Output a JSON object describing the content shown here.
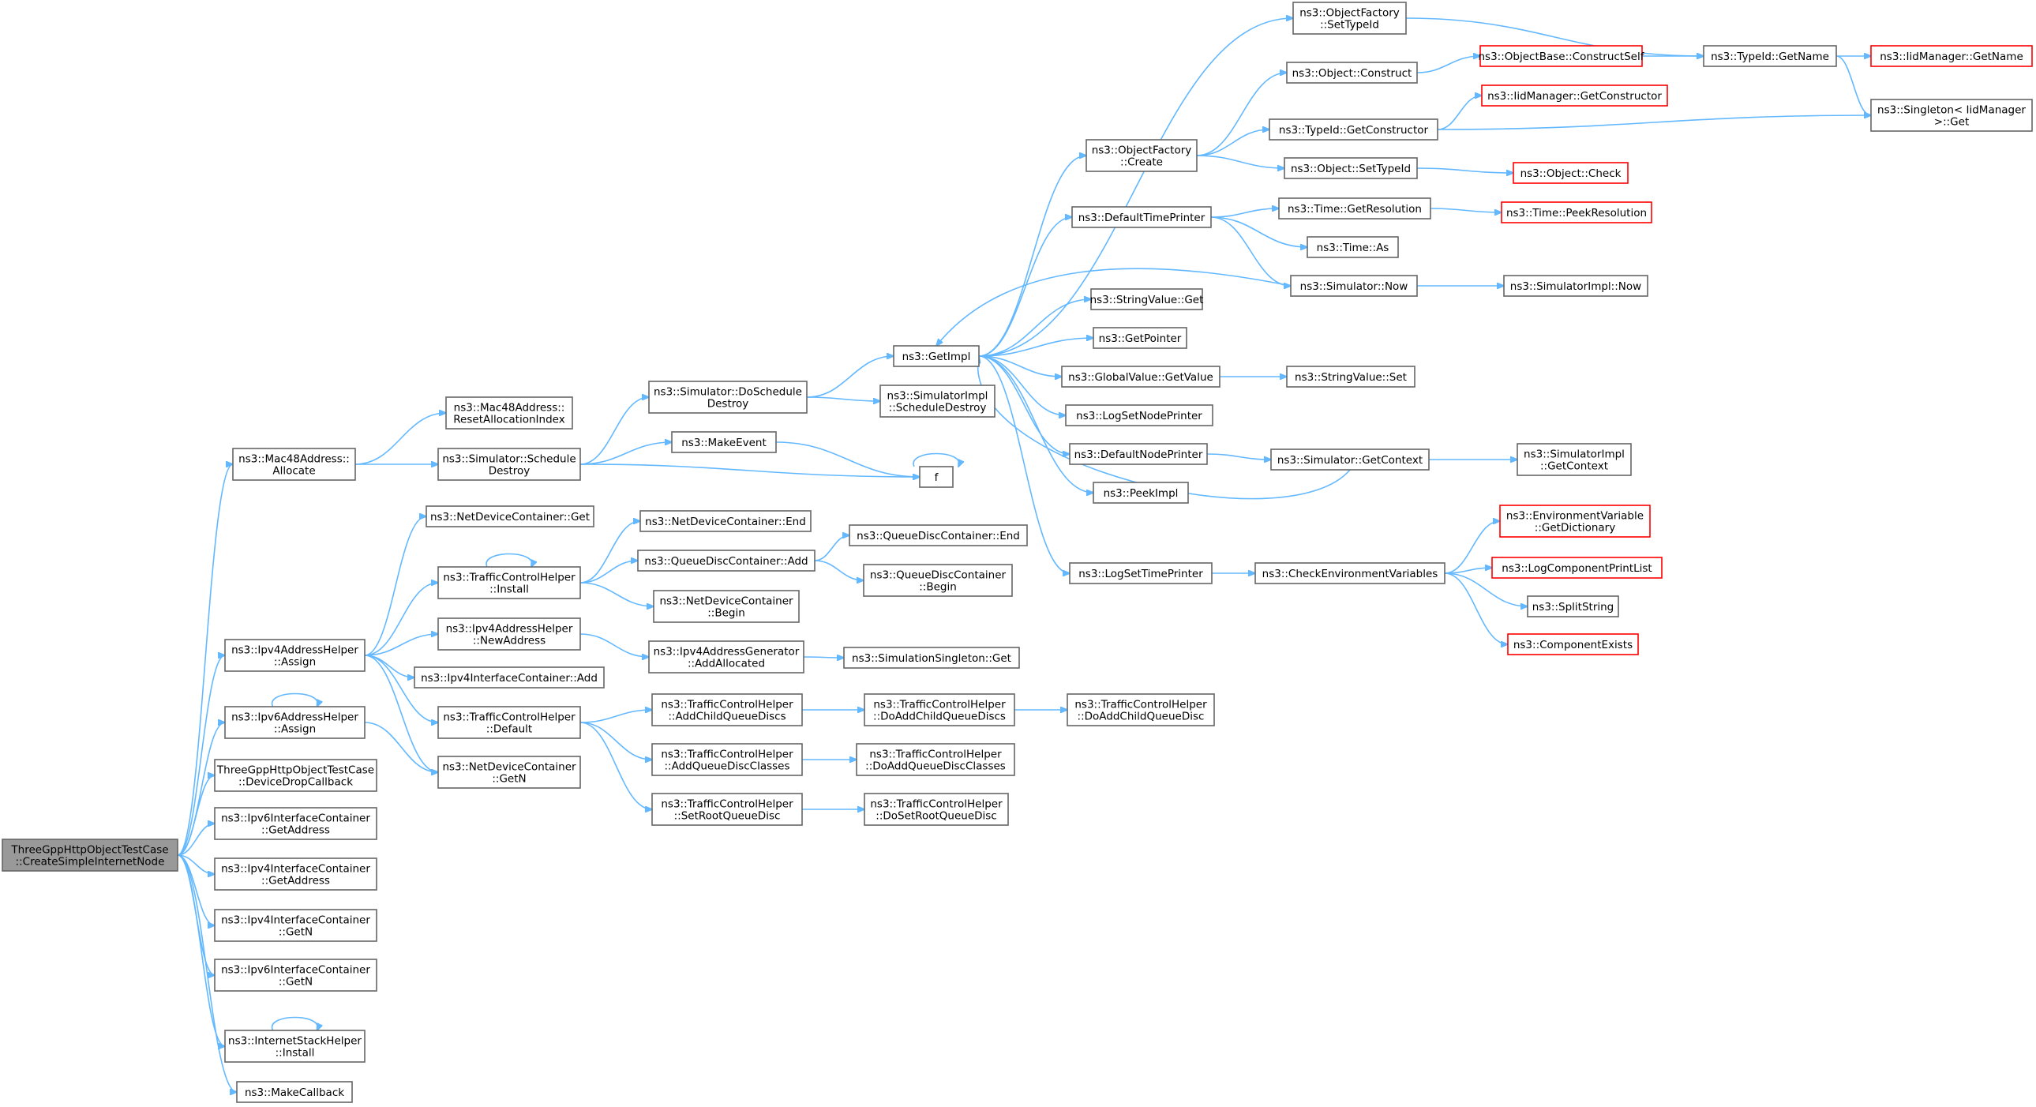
{
  "colors": {
    "edge": "#63b8ff",
    "node_border": "#666666",
    "truncated_border": "#ff0000",
    "root_fill": "#999999",
    "node_fill": "#ffffff"
  },
  "nodes": [
    {
      "id": "root",
      "lines": [
        "ThreeGppHttpObjectTestCase",
        "::CreateSimpleInternetNode"
      ],
      "kind": "root"
    },
    {
      "id": "mac_alloc",
      "lines": [
        "ns3::Mac48Address::",
        "Allocate"
      ]
    },
    {
      "id": "ipv4h_assign",
      "lines": [
        "ns3::Ipv4AddressHelper",
        "::Assign"
      ]
    },
    {
      "id": "ipv6h_assign",
      "lines": [
        "ns3::Ipv6AddressHelper",
        "::Assign"
      ]
    },
    {
      "id": "devdrop",
      "lines": [
        "ThreeGppHttpObjectTestCase",
        "::DeviceDropCallback"
      ]
    },
    {
      "id": "ipv6ic_getaddr",
      "lines": [
        "ns3::Ipv6InterfaceContainer",
        "::GetAddress"
      ]
    },
    {
      "id": "ipv4ic_getaddr",
      "lines": [
        "ns3::Ipv4InterfaceContainer",
        "::GetAddress"
      ]
    },
    {
      "id": "ipv4ic_getn",
      "lines": [
        "ns3::Ipv4InterfaceContainer",
        "::GetN"
      ]
    },
    {
      "id": "ipv6ic_getn",
      "lines": [
        "ns3::Ipv6InterfaceContainer",
        "::GetN"
      ]
    },
    {
      "id": "ish_install",
      "lines": [
        "ns3::InternetStackHelper",
        "::Install"
      ]
    },
    {
      "id": "makecallback",
      "lines": [
        "ns3::MakeCallback"
      ]
    },
    {
      "id": "mac_reset",
      "lines": [
        "ns3::Mac48Address::",
        "ResetAllocationIndex"
      ]
    },
    {
      "id": "sim_schedule_destroy",
      "lines": [
        "ns3::Simulator::Schedule",
        "Destroy"
      ]
    },
    {
      "id": "ndc_get",
      "lines": [
        "ns3::NetDeviceContainer::Get"
      ]
    },
    {
      "id": "tch_install",
      "lines": [
        "ns3::TrafficControlHelper",
        "::Install"
      ]
    },
    {
      "id": "ipv4h_newaddr",
      "lines": [
        "ns3::Ipv4AddressHelper",
        "::NewAddress"
      ]
    },
    {
      "id": "ipv4ic_add",
      "lines": [
        "ns3::Ipv4InterfaceContainer::Add"
      ]
    },
    {
      "id": "tch_default",
      "lines": [
        "ns3::TrafficControlHelper",
        "::Default"
      ]
    },
    {
      "id": "ndc_getn",
      "lines": [
        "ns3::NetDeviceContainer",
        "::GetN"
      ]
    },
    {
      "id": "sim_do_schedule_destroy",
      "lines": [
        "ns3::Simulator::DoSchedule",
        "Destroy"
      ]
    },
    {
      "id": "makeevent",
      "lines": [
        "ns3::MakeEvent"
      ]
    },
    {
      "id": "ndc_end",
      "lines": [
        "ns3::NetDeviceContainer::End"
      ]
    },
    {
      "id": "qdc_add",
      "lines": [
        "ns3::QueueDiscContainer::Add"
      ]
    },
    {
      "id": "ndc_begin",
      "lines": [
        "ns3::NetDeviceContainer",
        "::Begin"
      ]
    },
    {
      "id": "ipv4gen_addalloc",
      "lines": [
        "ns3::Ipv4AddressGenerator",
        "::AddAllocated"
      ]
    },
    {
      "id": "tch_addchild",
      "lines": [
        "ns3::TrafficControlHelper",
        "::AddChildQueueDiscs"
      ]
    },
    {
      "id": "tch_addclasses",
      "lines": [
        "ns3::TrafficControlHelper",
        "::AddQueueDiscClasses"
      ]
    },
    {
      "id": "tch_setroot",
      "lines": [
        "ns3::TrafficControlHelper",
        "::SetRootQueueDisc"
      ]
    },
    {
      "id": "getimpl",
      "lines": [
        "ns3::GetImpl"
      ]
    },
    {
      "id": "simimpl_schedule_destroy",
      "lines": [
        "ns3::SimulatorImpl",
        "::ScheduleDestroy"
      ]
    },
    {
      "id": "f",
      "lines": [
        "f"
      ]
    },
    {
      "id": "qdc_end",
      "lines": [
        "ns3::QueueDiscContainer::End"
      ]
    },
    {
      "id": "qdc_begin",
      "lines": [
        "ns3::QueueDiscContainer",
        "::Begin"
      ]
    },
    {
      "id": "simsingleton_get",
      "lines": [
        "ns3::SimulationSingleton::Get"
      ]
    },
    {
      "id": "tch_doaddchild",
      "lines": [
        "ns3::TrafficControlHelper",
        "::DoAddChildQueueDiscs"
      ]
    },
    {
      "id": "tch_doaddclasses",
      "lines": [
        "ns3::TrafficControlHelper",
        "::DoAddQueueDiscClasses"
      ]
    },
    {
      "id": "tch_dosetroot",
      "lines": [
        "ns3::TrafficControlHelper",
        "::DoSetRootQueueDisc"
      ]
    },
    {
      "id": "tch_doaddchild1",
      "lines": [
        "ns3::TrafficControlHelper",
        "::DoAddChildQueueDisc"
      ]
    },
    {
      "id": "objfactory_create",
      "lines": [
        "ns3::ObjectFactory",
        "::Create"
      ]
    },
    {
      "id": "default_time_printer",
      "lines": [
        "ns3::DefaultTimePrinter"
      ]
    },
    {
      "id": "stringvalue_get",
      "lines": [
        "ns3::StringValue::Get"
      ]
    },
    {
      "id": "getpointer",
      "lines": [
        "ns3::GetPointer"
      ]
    },
    {
      "id": "globalvalue_getvalue",
      "lines": [
        "ns3::GlobalValue::GetValue"
      ]
    },
    {
      "id": "logsetnodeprinter",
      "lines": [
        "ns3::LogSetNodePrinter"
      ]
    },
    {
      "id": "defaultnodeprinter",
      "lines": [
        "ns3::DefaultNodePrinter"
      ]
    },
    {
      "id": "peekimpl",
      "lines": [
        "ns3::PeekImpl"
      ]
    },
    {
      "id": "logsettimeprinter",
      "lines": [
        "ns3::LogSetTimePrinter"
      ]
    },
    {
      "id": "objfactory_settypeid",
      "lines": [
        "ns3::ObjectFactory",
        "::SetTypeId"
      ]
    },
    {
      "id": "object_construct",
      "lines": [
        "ns3::Object::Construct"
      ]
    },
    {
      "id": "typeid_getconstructor",
      "lines": [
        "ns3::TypeId::GetConstructor"
      ]
    },
    {
      "id": "object_settypeid",
      "lines": [
        "ns3::Object::SetTypeId"
      ]
    },
    {
      "id": "time_getresolution",
      "lines": [
        "ns3::Time::GetResolution"
      ]
    },
    {
      "id": "time_as",
      "lines": [
        "ns3::Time::As"
      ]
    },
    {
      "id": "simulator_now",
      "lines": [
        "ns3::Simulator::Now"
      ]
    },
    {
      "id": "stringvalue_set",
      "lines": [
        "ns3::StringValue::Set"
      ]
    },
    {
      "id": "simulator_getcontext",
      "lines": [
        "ns3::Simulator::GetContext"
      ]
    },
    {
      "id": "check_env_vars",
      "lines": [
        "ns3::CheckEnvironmentVariables"
      ]
    },
    {
      "id": "objbase_constructself",
      "lines": [
        "ns3::ObjectBase::ConstructSelf"
      ],
      "kind": "trunc"
    },
    {
      "id": "iidmgr_getconstructor",
      "lines": [
        "ns3::IidManager::GetConstructor"
      ],
      "kind": "trunc"
    },
    {
      "id": "object_check",
      "lines": [
        "ns3::Object::Check"
      ],
      "kind": "trunc"
    },
    {
      "id": "time_peekresolution",
      "lines": [
        "ns3::Time::PeekResolution"
      ],
      "kind": "trunc"
    },
    {
      "id": "simimpl_now",
      "lines": [
        "ns3::SimulatorImpl::Now"
      ]
    },
    {
      "id": "simimpl_getcontext",
      "lines": [
        "ns3::SimulatorImpl",
        "::GetContext"
      ]
    },
    {
      "id": "envvar_getdict",
      "lines": [
        "ns3::EnvironmentVariable",
        "::GetDictionary"
      ],
      "kind": "trunc"
    },
    {
      "id": "logcomp_printlist",
      "lines": [
        "ns3::LogComponentPrintList"
      ],
      "kind": "trunc"
    },
    {
      "id": "splitstring",
      "lines": [
        "ns3::SplitString"
      ]
    },
    {
      "id": "component_exists",
      "lines": [
        "ns3::ComponentExists"
      ],
      "kind": "trunc"
    },
    {
      "id": "typeid_getname",
      "lines": [
        "ns3::TypeId::GetName"
      ]
    },
    {
      "id": "iidmgr_getname",
      "lines": [
        "ns3::IidManager::GetName"
      ],
      "kind": "trunc"
    },
    {
      "id": "singleton_get",
      "lines": [
        "ns3::Singleton< IidManager",
        ">::Get"
      ]
    }
  ],
  "edges": [
    [
      "root",
      "mac_alloc"
    ],
    [
      "root",
      "ipv4h_assign"
    ],
    [
      "root",
      "ipv6h_assign"
    ],
    [
      "root",
      "devdrop"
    ],
    [
      "root",
      "ipv6ic_getaddr"
    ],
    [
      "root",
      "ipv4ic_getaddr"
    ],
    [
      "root",
      "ipv4ic_getn"
    ],
    [
      "root",
      "ipv6ic_getn"
    ],
    [
      "root",
      "ish_install"
    ],
    [
      "root",
      "makecallback"
    ],
    [
      "mac_alloc",
      "mac_reset"
    ],
    [
      "mac_alloc",
      "sim_schedule_destroy"
    ],
    [
      "ipv4h_assign",
      "ndc_get"
    ],
    [
      "ipv4h_assign",
      "tch_install"
    ],
    [
      "ipv4h_assign",
      "ipv4h_newaddr"
    ],
    [
      "ipv4h_assign",
      "ipv4ic_add"
    ],
    [
      "ipv4h_assign",
      "tch_default"
    ],
    [
      "ipv4h_assign",
      "ndc_getn"
    ],
    [
      "ipv6h_assign",
      "ipv6h_assign"
    ],
    [
      "ipv6h_assign",
      "ndc_getn"
    ],
    [
      "ish_install",
      "ish_install"
    ],
    [
      "sim_schedule_destroy",
      "sim_do_schedule_destroy"
    ],
    [
      "sim_schedule_destroy",
      "makeevent"
    ],
    [
      "sim_schedule_destroy",
      "f"
    ],
    [
      "tch_install",
      "tch_install"
    ],
    [
      "tch_install",
      "ndc_end"
    ],
    [
      "tch_install",
      "qdc_add"
    ],
    [
      "tch_install",
      "ndc_begin"
    ],
    [
      "ipv4h_newaddr",
      "ipv4gen_addalloc"
    ],
    [
      "tch_default",
      "tch_addchild"
    ],
    [
      "tch_default",
      "tch_addclasses"
    ],
    [
      "tch_default",
      "tch_setroot"
    ],
    [
      "sim_do_schedule_destroy",
      "getimpl"
    ],
    [
      "sim_do_schedule_destroy",
      "simimpl_schedule_destroy"
    ],
    [
      "makeevent",
      "f"
    ],
    [
      "f",
      "f"
    ],
    [
      "qdc_add",
      "qdc_end"
    ],
    [
      "qdc_add",
      "qdc_begin"
    ],
    [
      "ipv4gen_addalloc",
      "simsingleton_get"
    ],
    [
      "tch_addchild",
      "tch_doaddchild"
    ],
    [
      "tch_addclasses",
      "tch_doaddclasses"
    ],
    [
      "tch_setroot",
      "tch_dosetroot"
    ],
    [
      "tch_doaddchild",
      "tch_doaddchild1"
    ],
    [
      "getimpl",
      "objfactory_create"
    ],
    [
      "getimpl",
      "default_time_printer"
    ],
    [
      "getimpl",
      "stringvalue_get"
    ],
    [
      "getimpl",
      "getpointer"
    ],
    [
      "getimpl",
      "globalvalue_getvalue"
    ],
    [
      "getimpl",
      "logsetnodeprinter"
    ],
    [
      "getimpl",
      "defaultnodeprinter"
    ],
    [
      "getimpl",
      "peekimpl"
    ],
    [
      "getimpl",
      "logsettimeprinter"
    ],
    [
      "getimpl",
      "objfactory_settypeid"
    ],
    [
      "simulator_now",
      "getimpl"
    ],
    [
      "simulator_getcontext",
      "getimpl"
    ],
    [
      "objfactory_create",
      "object_construct"
    ],
    [
      "objfactory_create",
      "typeid_getconstructor"
    ],
    [
      "objfactory_create",
      "object_settypeid"
    ],
    [
      "default_time_printer",
      "time_getresolution"
    ],
    [
      "default_time_printer",
      "time_as"
    ],
    [
      "default_time_printer",
      "simulator_now"
    ],
    [
      "globalvalue_getvalue",
      "stringvalue_set"
    ],
    [
      "defaultnodeprinter",
      "simulator_getcontext"
    ],
    [
      "logsettimeprinter",
      "check_env_vars"
    ],
    [
      "objfactory_settypeid",
      "typeid_getname"
    ],
    [
      "object_construct",
      "objbase_constructself"
    ],
    [
      "typeid_getconstructor",
      "iidmgr_getconstructor"
    ],
    [
      "typeid_getconstructor",
      "singleton_get"
    ],
    [
      "object_settypeid",
      "object_check"
    ],
    [
      "time_getresolution",
      "time_peekresolution"
    ],
    [
      "simulator_now",
      "simimpl_now"
    ],
    [
      "simulator_getcontext",
      "simimpl_getcontext"
    ],
    [
      "check_env_vars",
      "envvar_getdict"
    ],
    [
      "check_env_vars",
      "logcomp_printlist"
    ],
    [
      "check_env_vars",
      "splitstring"
    ],
    [
      "check_env_vars",
      "component_exists"
    ],
    [
      "objbase_constructself",
      "typeid_getname"
    ],
    [
      "typeid_getname",
      "iidmgr_getname"
    ],
    [
      "typeid_getname",
      "singleton_get"
    ]
  ]
}
